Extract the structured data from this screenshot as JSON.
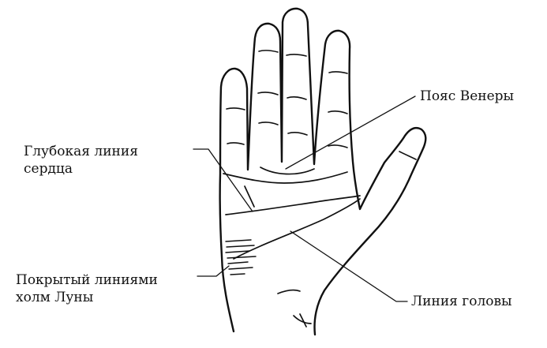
{
  "labels": {
    "girdle_of_venus": "Пояс Венеры",
    "heart_line": [
      "Глубокая линия",
      "сердца"
    ],
    "mount_of_moon": [
      "Покрытый линиями",
      "холм Луны"
    ],
    "head_line": "Линия головы"
  },
  "colors": {
    "ink": "#111111",
    "paper": "#ffffff"
  }
}
